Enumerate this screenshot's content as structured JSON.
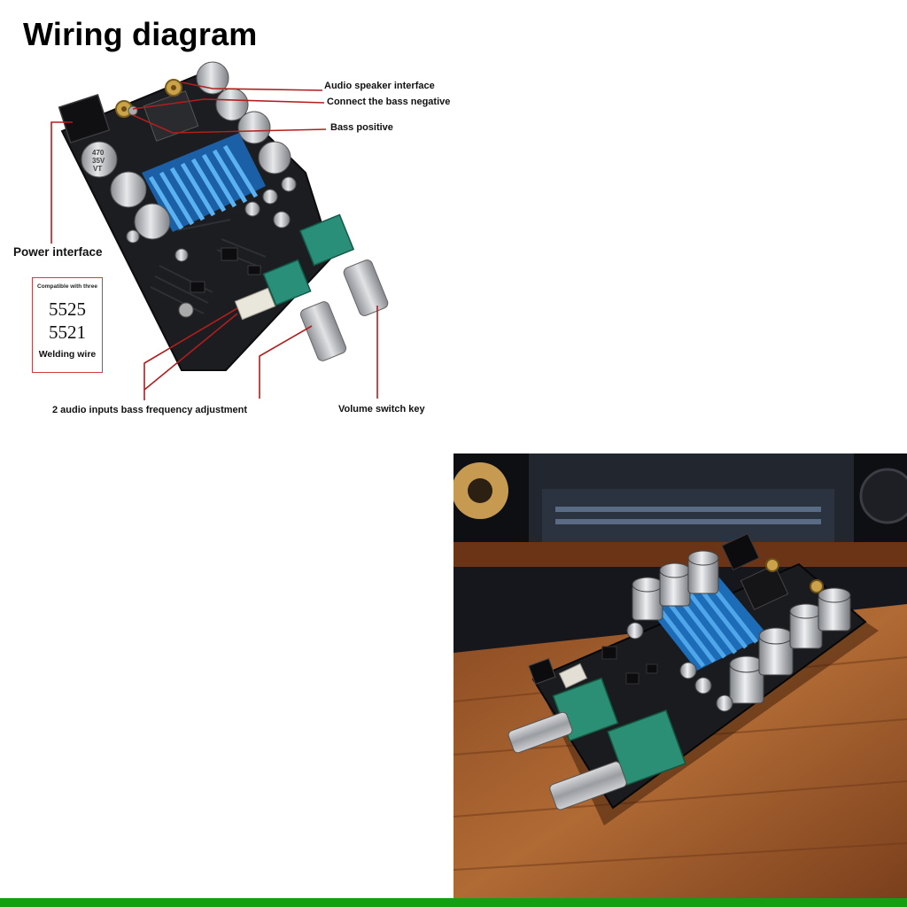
{
  "title": "Wiring diagram",
  "callouts": {
    "speaker": "Audio speaker interface",
    "bass_negative": "Connect the bass negative",
    "bass_positive": "Bass positive",
    "power": "Power interface",
    "inputs": "2 audio inputs bass frequency adjustment",
    "volume": "Volume switch key"
  },
  "compat": {
    "heading": "Compatible with three",
    "line1": "5525",
    "line2": "5521",
    "line3": "Welding wire"
  },
  "capacitor_markings": {
    "value": "470",
    "voltage": "35V",
    "series": "VT"
  },
  "colors": {
    "leader_line": "#b01e1e",
    "pcb": "#1c1d20",
    "heatsink": "#1f78c8",
    "potentiometer": "#2a8f78",
    "bottom_bar": "#12a012"
  }
}
